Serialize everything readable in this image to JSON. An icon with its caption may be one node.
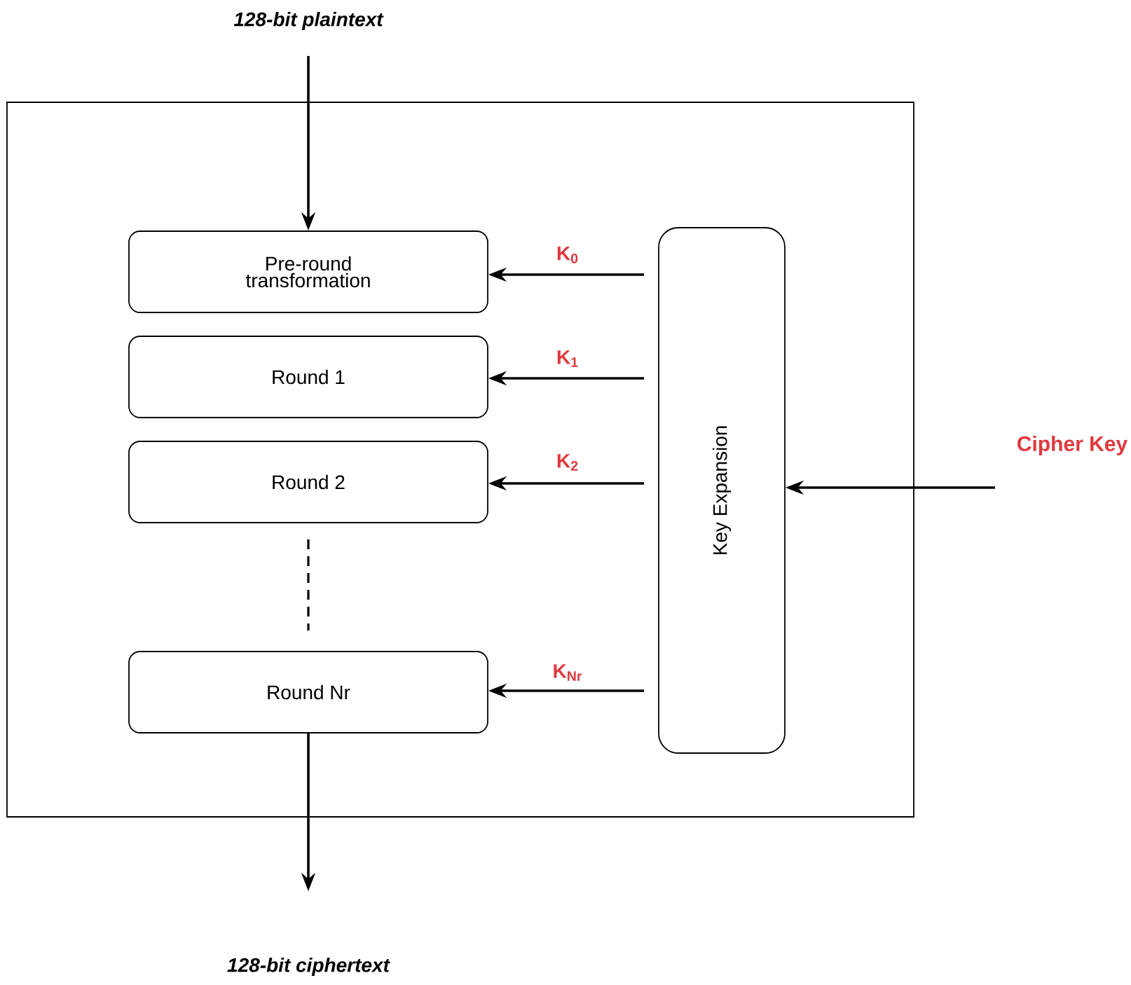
{
  "diagram": {
    "nodes": [
      {
        "text": [
          "128-bit plaintext"
        ]
      },
      {
        "text": [],
        "shape": "box"
      },
      {
        "text": [
          "Pre-round transformation"
        ],
        "in": 1
      },
      {
        "text": [
          "Round 1"
        ],
        "in": 1
      },
      {
        "text": [
          "Round 2"
        ],
        "in": 1
      },
      {
        "text": [
          "Round Nr"
        ],
        "in": 1
      },
      {
        "text": [
          "Key Expansion"
        ],
        "in": 1
      },
      {
        "text": [
          "Cipher Key"
        ]
      },
      {
        "text": [
          "128-bit ciphertext"
        ]
      }
    ],
    "edges": [
      {
        "from": 0,
        "to": 2,
        "arrow": "to"
      },
      {
        "from": 6,
        "to": 2,
        "arrow": "to",
        "label": "K$_{0}$"
      },
      {
        "from": 6,
        "to": 3,
        "arrow": "to",
        "label": "K$_{1}$"
      },
      {
        "from": 6,
        "to": 4,
        "arrow": "to",
        "label": "K$_{2}$"
      },
      {
        "from": 6,
        "to": 5,
        "arrow": "to",
        "label": "K$_{Nr}$"
      },
      {
        "from": 7,
        "to": 6,
        "arrow": "to"
      },
      {
        "from": 5,
        "to": 8,
        "arrow": "to"
      }
    ]
  }
}
